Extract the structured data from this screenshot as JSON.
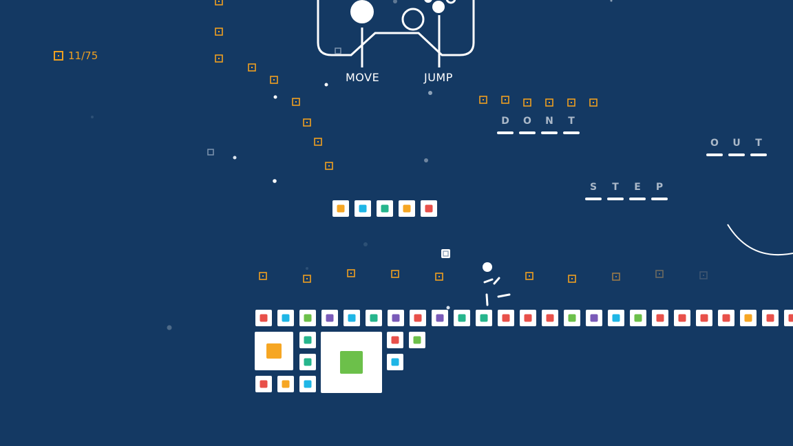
{
  "hud": {
    "coins_collected": "11",
    "coins_total": "75",
    "separator": "/"
  },
  "controls": {
    "move_label": "MOVE",
    "jump_label": "JUMP"
  },
  "words": {
    "dont": [
      "D",
      "O",
      "N",
      "T"
    ],
    "out": [
      "O",
      "U",
      "T"
    ],
    "step": [
      "S",
      "T",
      "E",
      "P"
    ]
  },
  "colors": {
    "background": "#143963",
    "coin": "#f0a020",
    "red": "#e8504a",
    "blue": "#1fb6e6",
    "teal": "#26b58c",
    "green": "#6cc04a",
    "purple": "#7a5ab8",
    "orange": "#f6a623",
    "white": "#ffffff"
  },
  "icons": {
    "coin": "coin-outline-square-icon",
    "player": "stick-figure-player",
    "controller": "gamepad-outline-icon"
  }
}
